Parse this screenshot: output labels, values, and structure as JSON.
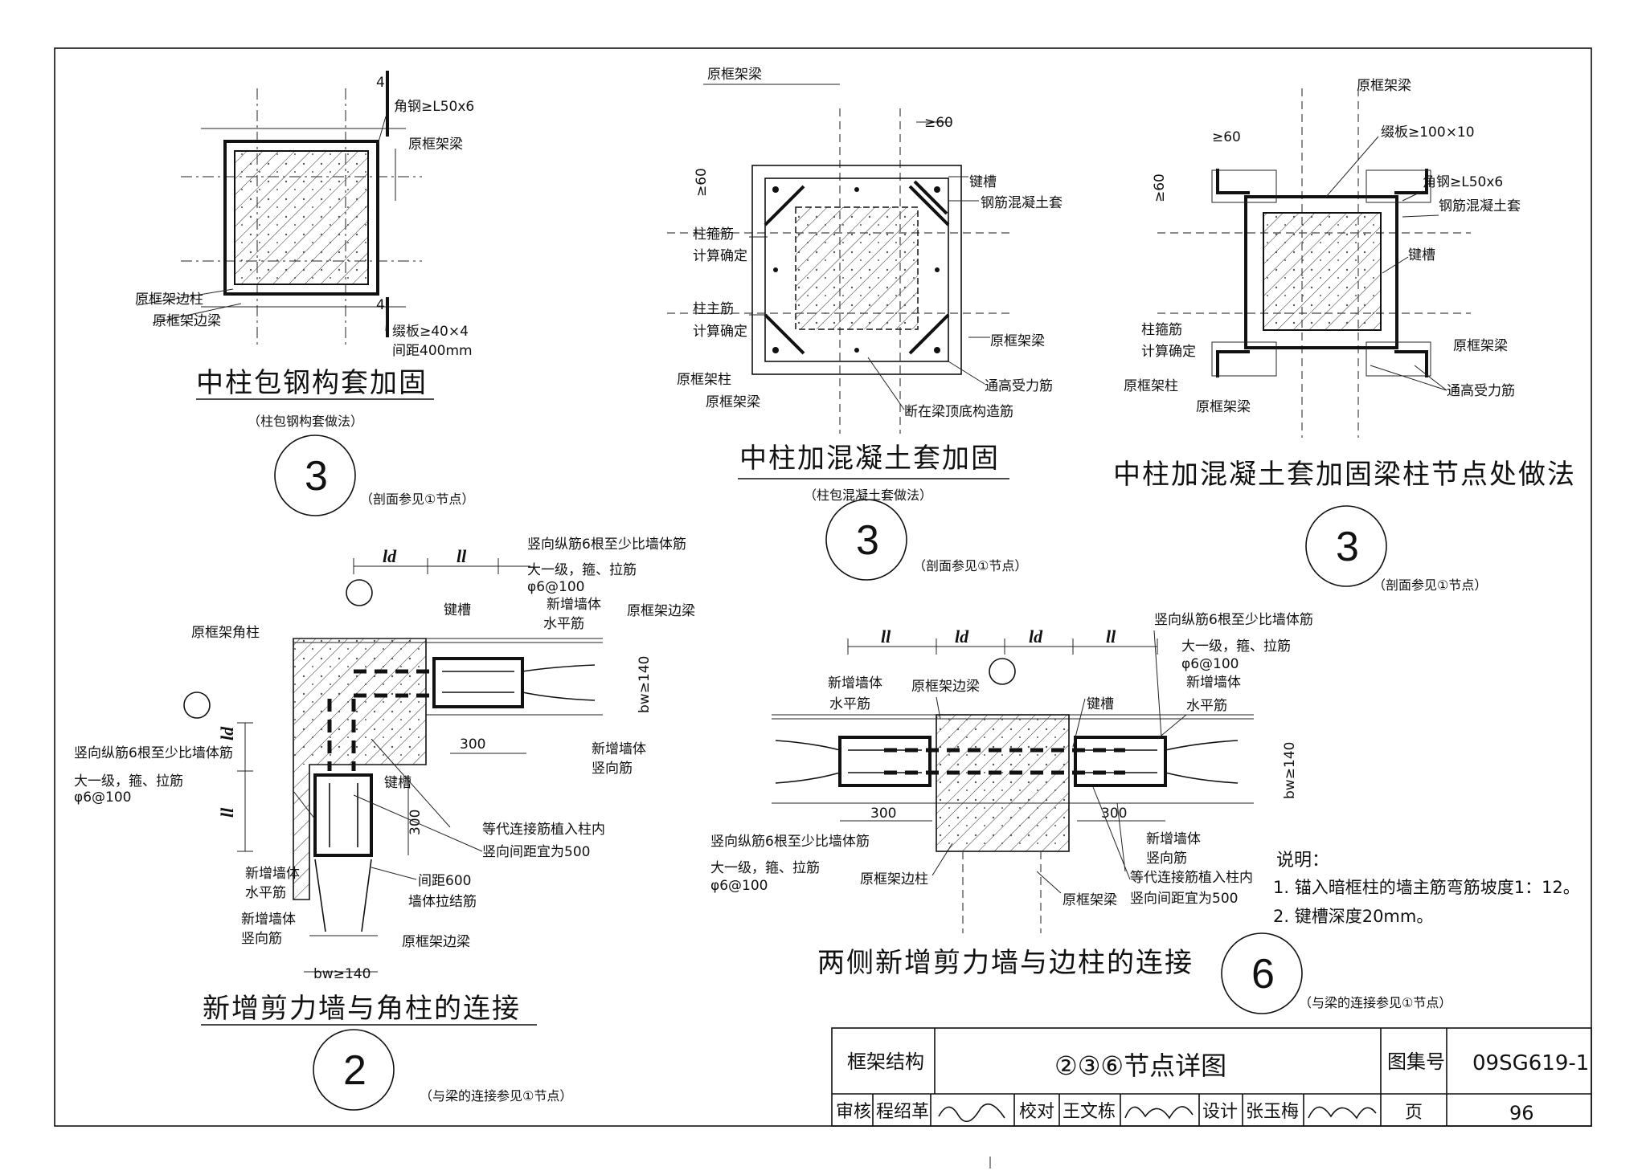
{
  "detail_a": {
    "labels": {
      "section4_top": "4",
      "section4_bottom": "4",
      "angle_steel": "角钢≥L50x6",
      "beam": "原框架梁",
      "edge_column": "原框架边柱",
      "edge_beam": "原框架边梁",
      "batten": "缀板≥40×4",
      "spacing": "间距400mm"
    },
    "title": "中柱包钢构套加固",
    "subtitle": "（柱包钢构套做法）",
    "number": "3",
    "ref": "（剖面参见①节点）"
  },
  "detail_b": {
    "labels": {
      "beam_top": "原框架梁",
      "ge60_top": "≥60",
      "ge60_side": "≥60",
      "key_slot": "键槽",
      "rc_jacket": "钢筋混凝土套",
      "stirrup_1": "柱箍筋",
      "stirrup_2": "计算确定",
      "main_1": "柱主筋",
      "main_2": "计算确定",
      "beam_right": "原框架梁",
      "column": "原框架柱",
      "beam_left": "原框架梁",
      "through_bar": "通高受力筋",
      "detail_bar": "断在梁顶底构造筋"
    },
    "title": "中柱加混凝土套加固",
    "subtitle": "（柱包混凝土套做法）",
    "number": "3",
    "ref": "（剖面参见①节点）"
  },
  "detail_c": {
    "labels": {
      "beam_top": "原框架梁",
      "batten": "缀板≥100×10",
      "ge60_top": "≥60",
      "ge60_side": "≥60",
      "angle_steel": "角钢≥L50x6",
      "rc_jacket": "钢筋混凝土套",
      "key_slot": "键槽",
      "stirrup_1": "柱箍筋",
      "stirrup_2": "计算确定",
      "beam_right": "原框架梁",
      "column": "原框架柱",
      "through_bar": "通高受力筋",
      "beam_bottom": "原框架梁"
    },
    "title": "中柱加混凝土套加固梁柱节点处做法",
    "number": "3",
    "ref": "（剖面参见①节点）"
  },
  "detail_2": {
    "labels": {
      "ld_top": "ld",
      "ll_top": "ll",
      "ld_left": "ld",
      "ll_left": "ll",
      "vert_bar_top": "竖向纵筋6根至少比墙体筋",
      "vert_bar_top2": "大一级，箍、拉筋",
      "vert_bar_top3": "φ6@100",
      "new_wall_h1": "新增墙体",
      "new_wall_h2": "水平筋",
      "key_slot": "键槽",
      "corner_col": "原框架角柱",
      "edge_beam": "原框架边梁",
      "bw": "bw≥140",
      "new_wall_v1": "新增墙体",
      "new_wall_v2": "竖向筋",
      "dim300_h": "300",
      "dim300_v": "300",
      "vert_bar_left": "竖向纵筋6根至少比墙体筋",
      "vert_bar_left2": "大一级，箍、拉筋",
      "vert_bar_left3": "φ6@100",
      "key_slot2": "键槽",
      "equiv_1": "等代连接筋植入柱内",
      "equiv_2": "竖向间距宜为500",
      "spacing600": "间距600",
      "tie_bar": "墙体拉结筋",
      "new_wall_h3": "新增墙体",
      "new_wall_h4": "水平筋",
      "new_wall_v3": "新增墙体",
      "new_wall_v4": "竖向筋",
      "edge_beam2": "原框架边梁",
      "bw2": "bw≥140"
    },
    "title": "新增剪力墙与角柱的连接",
    "number": "2",
    "ref": "（与梁的连接参见①节点）"
  },
  "detail_6": {
    "labels": {
      "ll_1": "ll",
      "ld_1": "ld",
      "ld_2": "ld",
      "ll_2": "ll",
      "vert_bar_r": "竖向纵筋6根至少比墙体筋",
      "vert_bar_r2": "大一级，箍、拉筋",
      "vert_bar_r3": "φ6@100",
      "new_wall_h1": "新增墙体",
      "new_wall_h2": "水平筋",
      "edge_beam": "原框架边梁",
      "key_slot": "键槽",
      "new_wall_h3": "新增墙体",
      "new_wall_h4": "水平筋",
      "bw": "bw≥140",
      "dim300_l": "300",
      "dim300_r": "300",
      "vert_bar_l": "竖向纵筋6根至少比墙体筋",
      "vert_bar_l2": "大一级，箍、拉筋",
      "vert_bar_l3": "φ6@100",
      "edge_col": "原框架边柱",
      "new_wall_v1": "新增墙体",
      "new_wall_v2": "竖向筋",
      "equiv_1": "等代连接筋植入柱内",
      "equiv_2": "竖向间距宜为500",
      "beam_bottom": "原框架梁"
    },
    "title": "两侧新增剪力墙与边柱的连接",
    "number": "6",
    "ref": "（与梁的连接参见①节点）"
  },
  "notes": {
    "heading": "说明：",
    "items": [
      "1. 锚入暗框柱的墙主筋弯筋坡度1：12。",
      "2. 键槽深度20mm。"
    ]
  },
  "title_block": {
    "category": "框架结构",
    "drawing_title": "②③⑥节点详图",
    "atlas_label": "图集号",
    "atlas_no": "09SG619-1",
    "review_label": "审核",
    "reviewer": "程绍革",
    "check_label": "校对",
    "checker": "王文栋",
    "design_label": "设计",
    "designer": "张玉梅",
    "page_label": "页",
    "page_no": "96"
  }
}
